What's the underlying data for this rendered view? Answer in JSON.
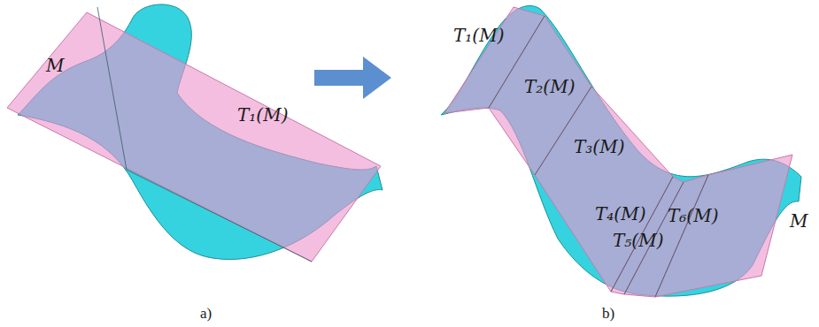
{
  "diagram": {
    "labels": [
      "M",
      "T₁(M)",
      "T₁(M)",
      "T₂(M)",
      "T₃(M)",
      "T₄(M)",
      "T₆(M)",
      "T₅(M)",
      "M",
      "a)",
      "b)"
    ]
  }
}
